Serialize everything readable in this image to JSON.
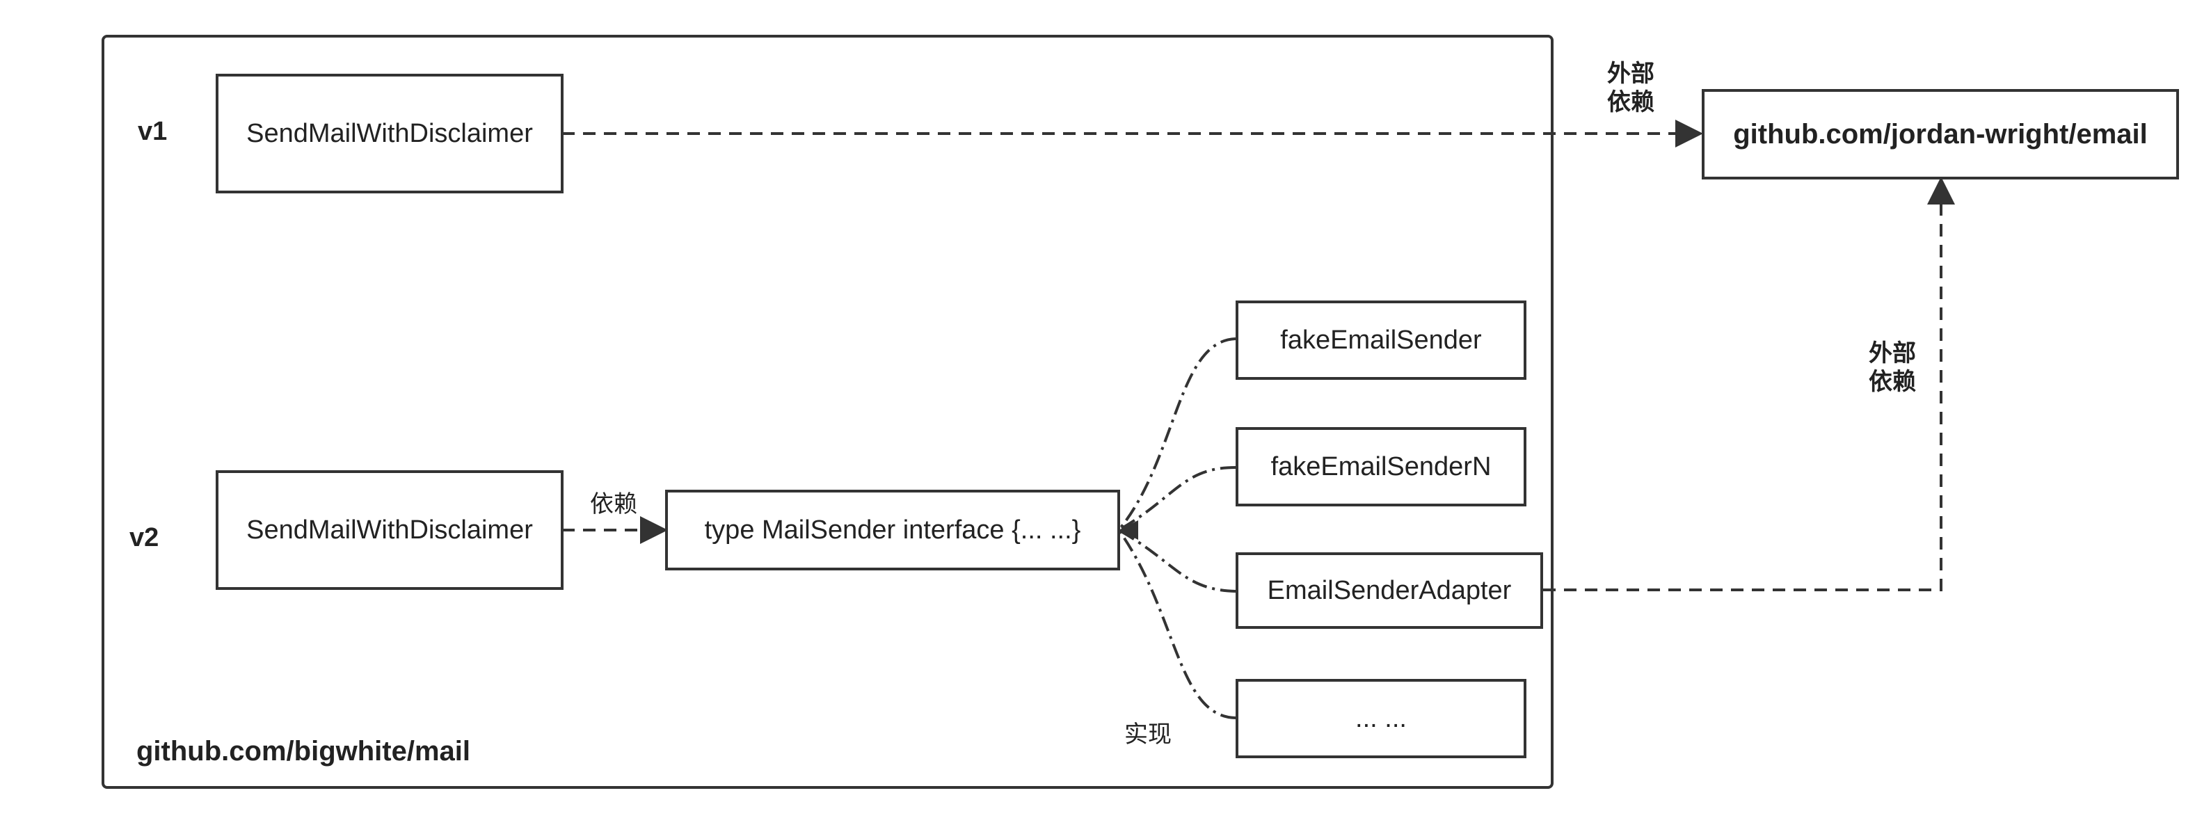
{
  "container": {
    "label": "github.com/bigwhite/mail"
  },
  "versions": {
    "v1": "v1",
    "v2": "v2"
  },
  "v1": {
    "func_box": "SendMailWithDisclaimer"
  },
  "v2": {
    "func_box": "SendMailWithDisclaimer",
    "dependency_label": "依赖",
    "interface_box": "type MailSender interface {... ...}",
    "implementations": [
      "fakeEmailSender",
      "fakeEmailSenderN",
      "EmailSenderAdapter",
      "... ..."
    ],
    "implements_label": "实现"
  },
  "external": {
    "package_box": "github.com/jordan-wright/email",
    "top_label": [
      "外部",
      "依赖"
    ],
    "side_label": [
      "外部",
      "依赖"
    ]
  },
  "colors": {
    "stroke": "#333333",
    "text": "#222222",
    "background": "#ffffff"
  }
}
